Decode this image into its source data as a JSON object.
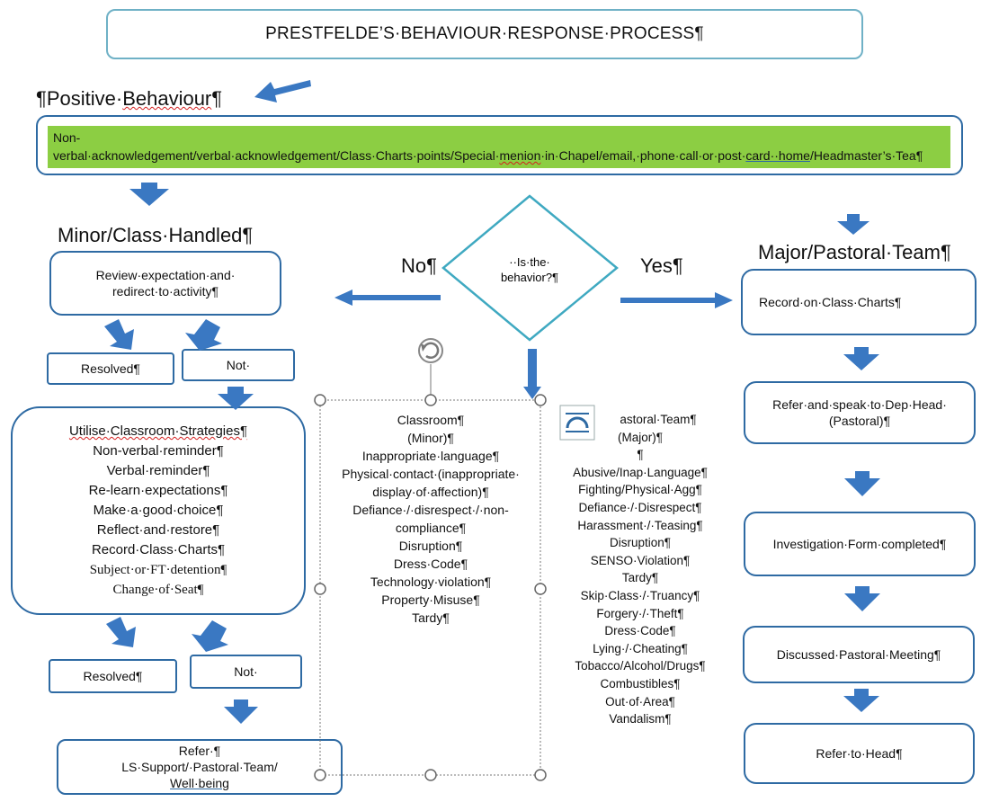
{
  "title": "PRESTFELDE’S·BEHAVIOUR·RESPONSE·PROCESS¶",
  "positive": {
    "heading_pre": "¶Positive·",
    "heading_word": "Behaviour",
    "heading_post": "¶",
    "text_a": "Non-verbal·acknowledgement/verbal·acknowledgement/Class·Charts·points/Special·",
    "text_b": "menion",
    "text_c": "·in·Chapel/email,·phone·call·or·post·",
    "text_d": "card··home",
    "text_e": "/Headmaster’s·Tea¶"
  },
  "decision": {
    "question_line1": "··Is·the·",
    "question_line2": "behavior?¶",
    "no_label": "No¶",
    "yes_label": "Yes¶"
  },
  "minor": {
    "heading": "Minor/Class·Handled¶",
    "review_line1": "Review·expectation·and·",
    "review_line2": "redirect·to·activity¶",
    "resolved_1": "Resolved¶",
    "not_1": "Not·",
    "strategies": [
      "Utilise·Classroom·Strategies¶",
      "Non-verbal·reminder¶",
      "Verbal·reminder¶",
      "Re-learn·expectations¶",
      "Make·a·good·choice¶",
      "Reflect·and·restore¶",
      "Record·Class·Charts¶",
      "Subject·or·FT·detention¶",
      "Change·of·Seat¶"
    ],
    "resolved_2": "Resolved¶",
    "not_2": "Not·",
    "refer_line1": "Refer·¶",
    "refer_line2_a": "LS·Support/·Pastoral·Team/",
    "refer_line2_b": "Well·being"
  },
  "classroom_list": [
    "Classroom¶",
    "(Minor)¶",
    "Inappropriate·language¶",
    "Physical·contact·(inappropriate·",
    "display·of·affection)¶",
    "Defiance·/·disrespect·/·non-",
    "compliance¶",
    "Disruption¶",
    "Dress·Code¶",
    "Technology·violation¶",
    "Property·Misuse¶",
    "Tardy¶"
  ],
  "pastoral_list": [
    "astoral·Team¶",
    "(Major)¶",
    "¶",
    "Abusive/Inap·Language¶",
    "Fighting/Physical·Agg¶",
    "Defiance·/·Disrespect¶",
    "Harassment·/·Teasing¶",
    "Disruption¶",
    "SENSO·Violation¶",
    "Tardy¶",
    "Skip·Class·/·Truancy¶",
    "Forgery·/·Theft¶",
    "Dress·Code¶",
    "Lying·/·Cheating¶",
    "Tobacco/Alcohol/Drugs¶",
    "Combustibles¶",
    "Out·of·Area¶",
    "Vandalism¶"
  ],
  "major": {
    "heading": "Major/Pastoral·Team¶",
    "steps": [
      "Record·on·Class·Charts¶",
      "Refer·and·speak·to·Dep·Head·",
      "(Pastoral)¶",
      "Investigation·Form·completed¶",
      "Discussed·Pastoral·Meeting¶",
      "Refer·to·Head¶"
    ]
  },
  "colors": {
    "accent": "#2e6aa3",
    "arrow": "#3a78c2",
    "highlight": "#8cce43",
    "diamond": "#3fa9c1"
  },
  "icons": [
    "rotate-handle-icon",
    "text-wrap-icon"
  ]
}
